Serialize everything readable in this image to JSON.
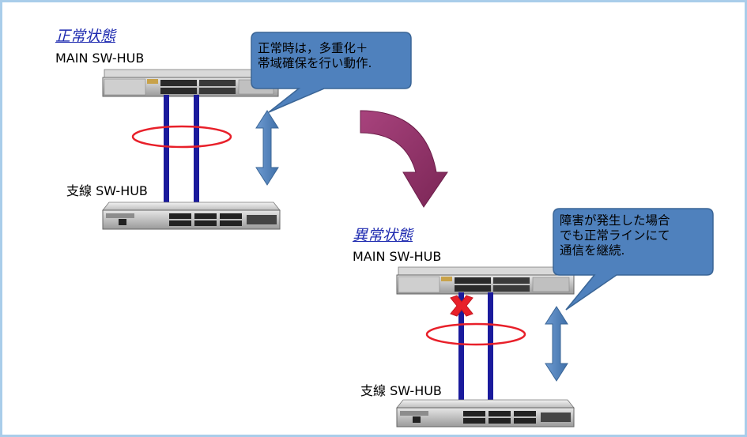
{
  "normal": {
    "title": "正常状態",
    "main_hub_label": "MAIN SW-HUB",
    "branch_hub_label": "支線 SW-HUB",
    "callout": "正常時は，多重化＋\n帯域確保を行い動作."
  },
  "abnormal": {
    "title": "異常状態",
    "main_hub_label": "MAIN SW-HUB",
    "branch_hub_label": "支線 SW-HUB",
    "callout": "障害が発生した場合\nでも正常ラインにて\n通信を継続."
  },
  "colors": {
    "frame": "#a9cdea",
    "link": "#1a1a9c",
    "ring": "#e8202a",
    "callout_fill": "#4f81bd",
    "callout_border": "#3a6596",
    "updown_arrow": "#4f81bd",
    "transition_arrow": "#93336a",
    "failure_mark": "#e8202a",
    "title_text": "#1f2bb0"
  },
  "icons": {
    "failure": "x-mark-icon",
    "transition": "curved-arrow-icon",
    "bandwidth": "double-arrow-icon"
  }
}
